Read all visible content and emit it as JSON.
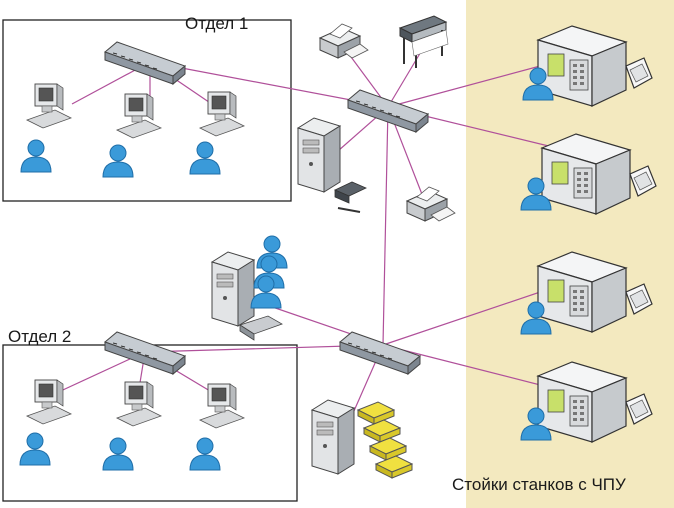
{
  "labels": {
    "department_1": "Отдел 1",
    "department_2": "Отдел 2",
    "cnc_racks": "Стойки станков с ЧПУ"
  },
  "colors": {
    "cnc_zone": "#f3e9bf",
    "network_link": "#b0509a",
    "user": "#3a9ad9",
    "switch": "#9aa3ad",
    "device_body": "#e4e6e8",
    "storage": "#f0e040",
    "cnc_screen": "#c8e06a"
  },
  "icons": {
    "user": "user-icon",
    "workstation": "workstation-icon",
    "switch": "network-switch-icon",
    "server": "server-tower-icon",
    "printer": "printer-icon",
    "plotter": "plotter-icon",
    "storage": "storage-array-icon",
    "cnc": "cnc-machine-icon"
  }
}
